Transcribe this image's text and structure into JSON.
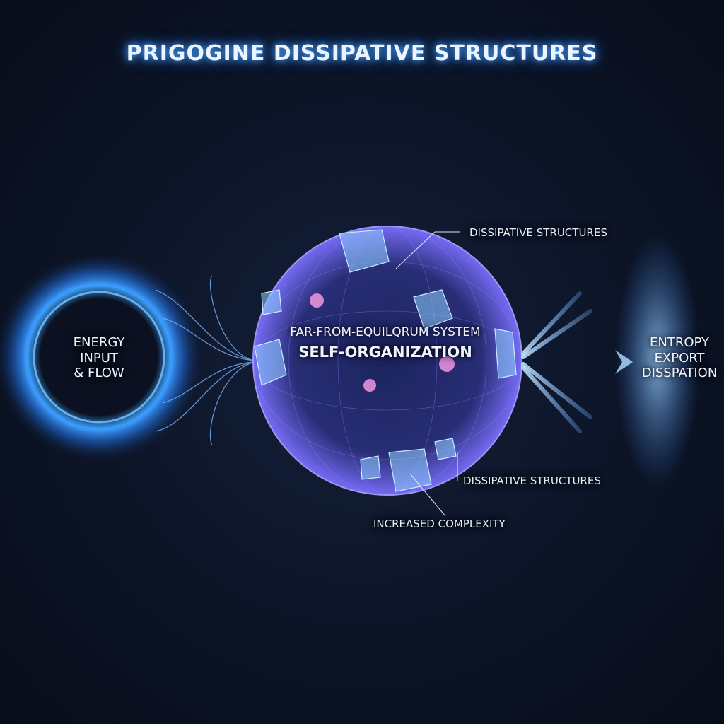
{
  "title": "PRIGOGINE DISSIPATIVE STRUCTURES",
  "left": {
    "lines": [
      "ENERGY",
      "INPUT",
      "& FLOW"
    ]
  },
  "center": {
    "subtitle": "FAR-FROM-EQUILQRUM SYSTEM",
    "main": "SELF-ORGANIZATION"
  },
  "right": {
    "lines": [
      "ENTROPY",
      "EXPORT",
      "DISSPATION"
    ]
  },
  "callouts": {
    "top": "DISSIPATIVE STRUCTURES",
    "bottom_right": "DISSIPATIVE STRUCTURES",
    "bottom": "INCREASED COMPLEXITY"
  },
  "colors": {
    "glow": "#4aa8ff",
    "sphere": "#6b5bd8",
    "crystal": "#8fd0ff",
    "background": "#0c1426"
  }
}
